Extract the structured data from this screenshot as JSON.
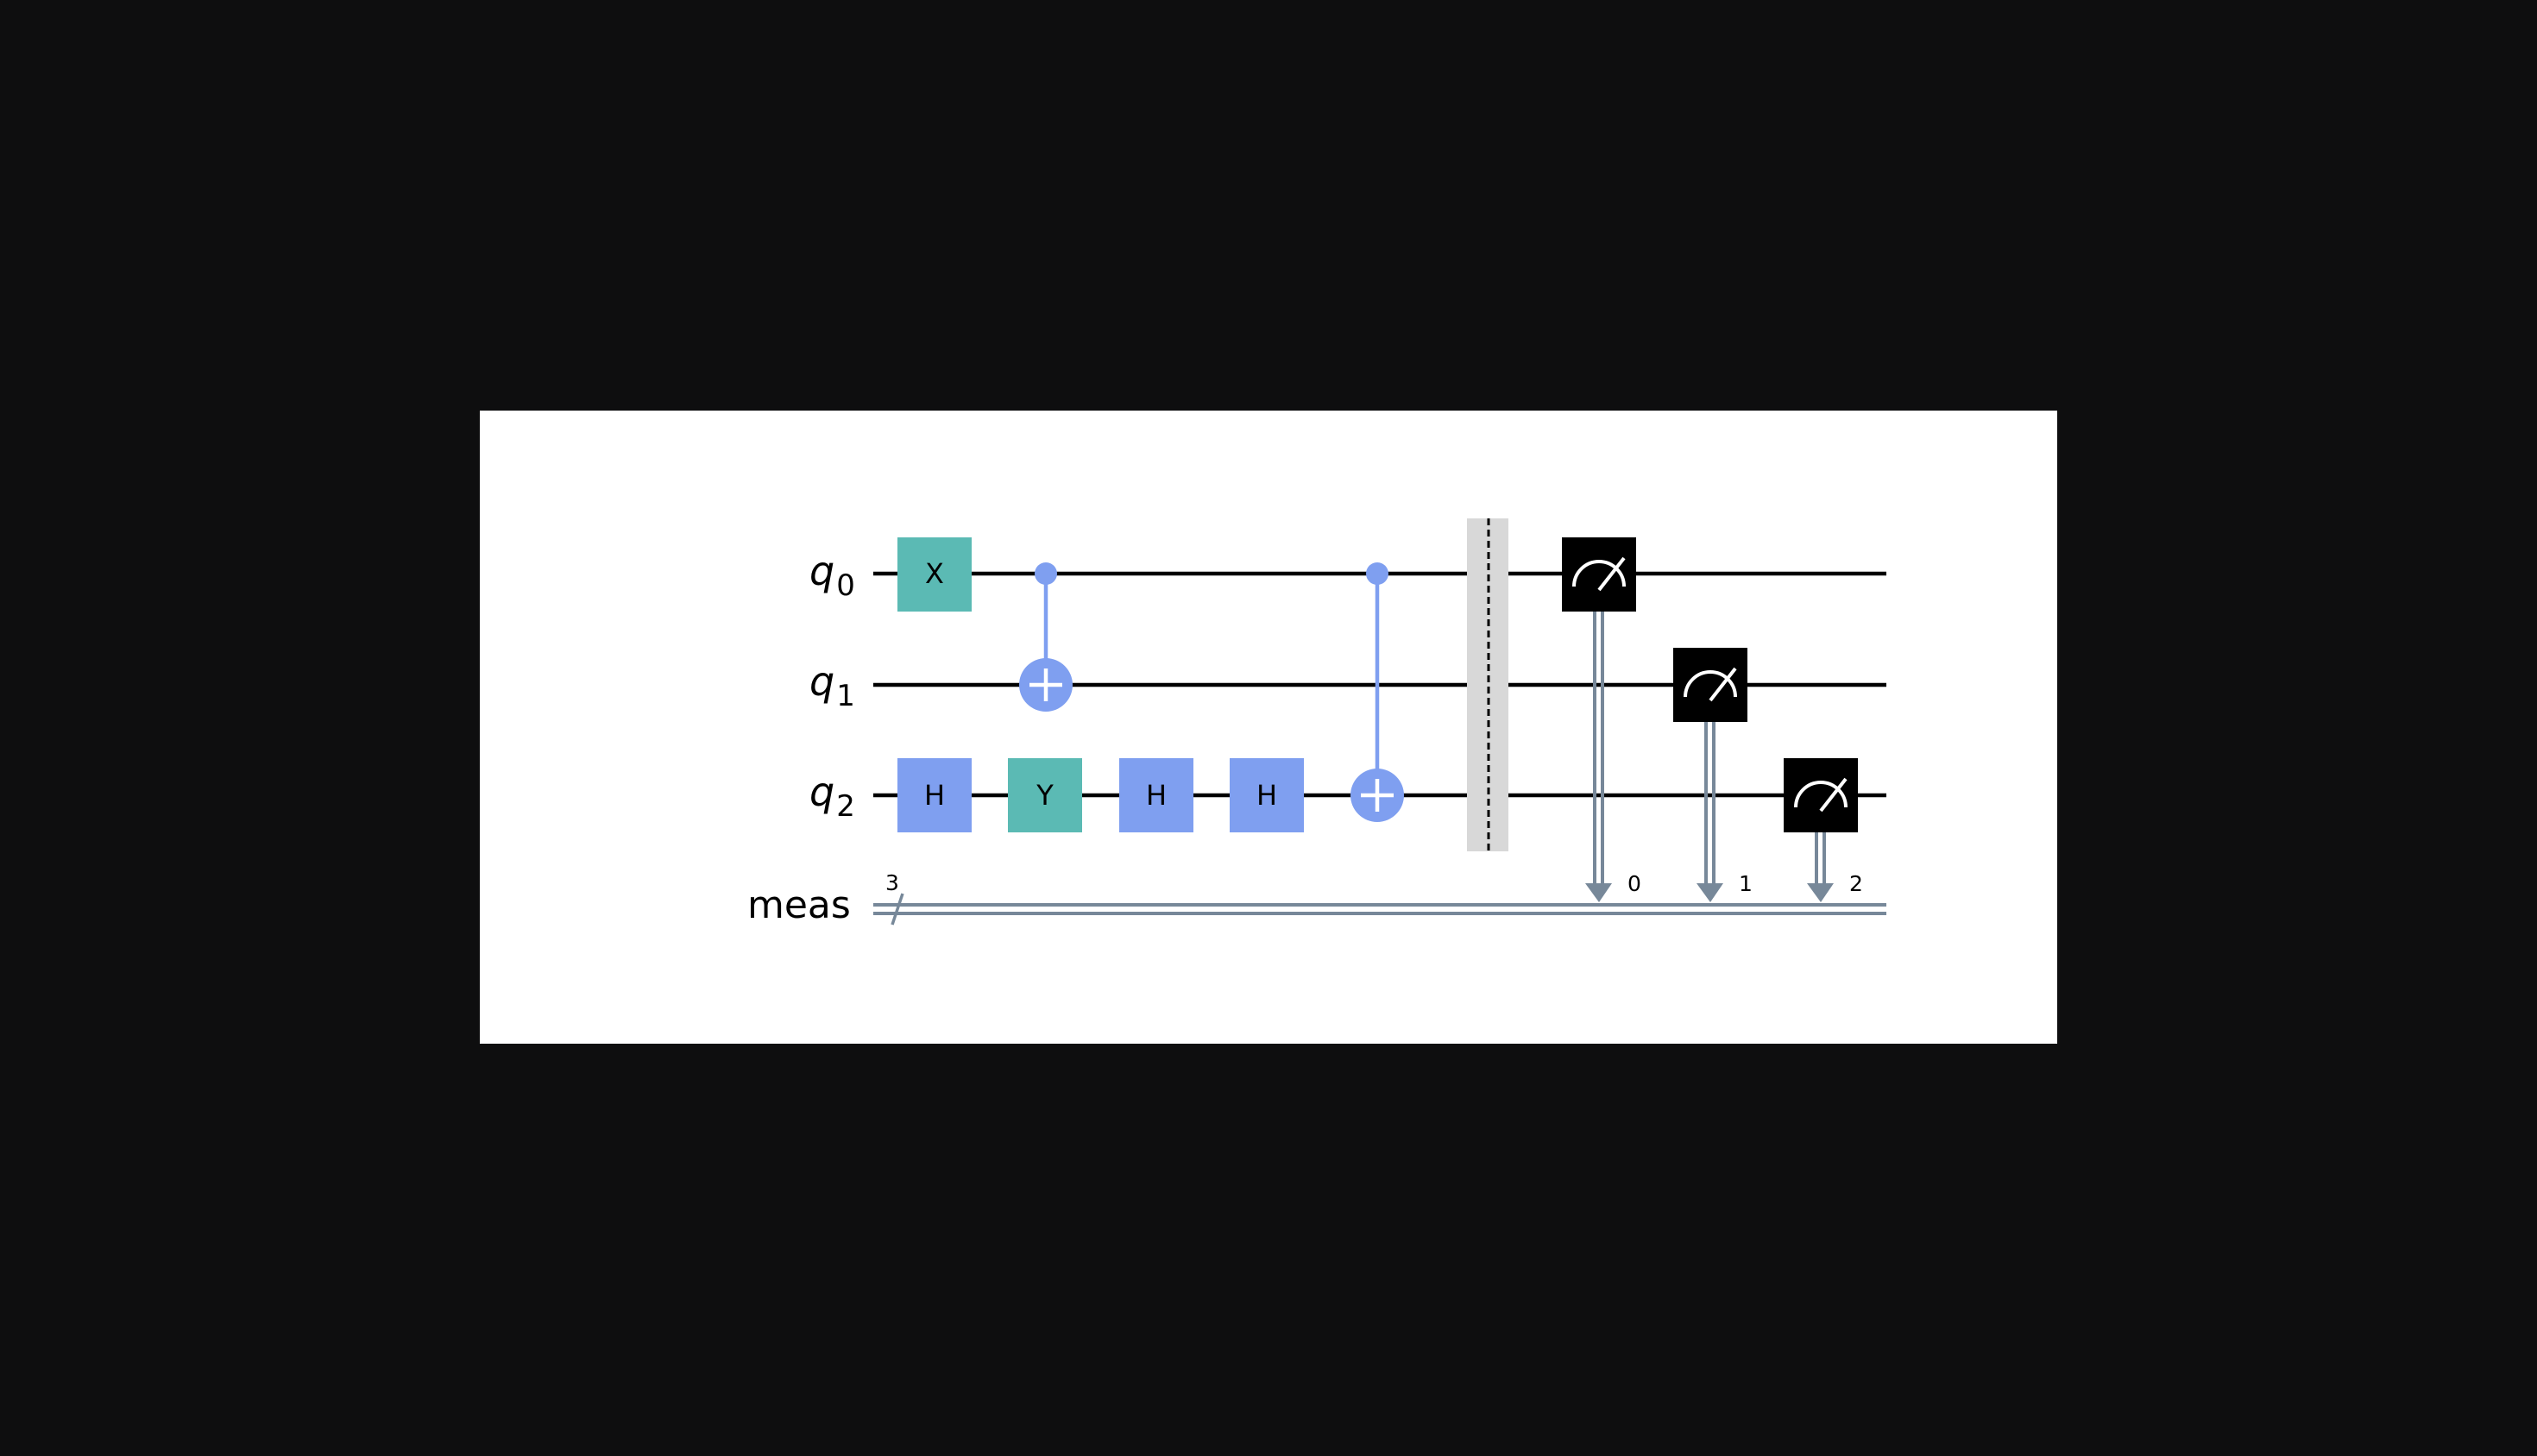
{
  "colors": {
    "background": "#0e0e0f",
    "panel": "#ffffff",
    "pauli_gate": "#5bbab4",
    "hadamard_gate": "#7f9ff0",
    "cx_gate": "#7f9ff0",
    "measure_gate": "#000000",
    "barrier": "#d8d8d8",
    "classical_wire": "#778899"
  },
  "qubits": [
    {
      "label": "q",
      "index": "0"
    },
    {
      "label": "q",
      "index": "1"
    },
    {
      "label": "q",
      "index": "2"
    }
  ],
  "classical_register": {
    "label": "meas",
    "size": "3"
  },
  "gates": [
    {
      "type": "X",
      "qubit": 0,
      "column": 0
    },
    {
      "type": "CX",
      "control": 0,
      "target": 1,
      "column": 1
    },
    {
      "type": "H",
      "qubit": 2,
      "column": 0
    },
    {
      "type": "Y",
      "qubit": 2,
      "column": 1
    },
    {
      "type": "H",
      "qubit": 2,
      "column": 2
    },
    {
      "type": "H",
      "qubit": 2,
      "column": 3
    },
    {
      "type": "CX",
      "control": 0,
      "target": 2,
      "column": 4
    },
    {
      "type": "barrier",
      "qubits": [
        0,
        1,
        2
      ],
      "column": 5
    },
    {
      "type": "measure",
      "qubit": 0,
      "clbit": "0",
      "column": 6
    },
    {
      "type": "measure",
      "qubit": 1,
      "clbit": "1",
      "column": 7
    },
    {
      "type": "measure",
      "qubit": 2,
      "clbit": "2",
      "column": 8
    }
  ],
  "gate_icons": {
    "measure": "meter-icon",
    "cx_target": "plus-circle-icon",
    "cx_control": "dot-icon"
  }
}
